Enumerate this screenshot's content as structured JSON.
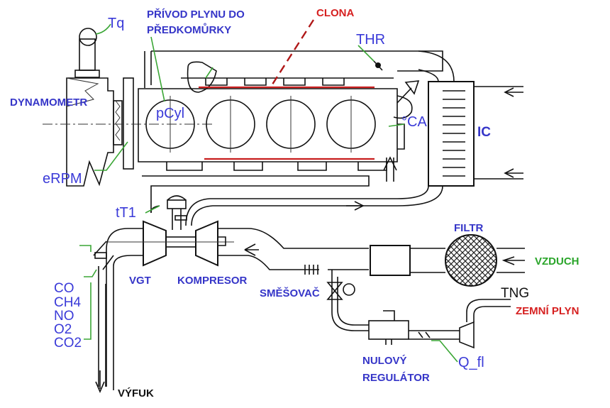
{
  "colors": {
    "blue_label": "#3535c8",
    "sensor_blue": "#3a3ad8",
    "red_label": "#d62020",
    "green_label": "#2aa52a",
    "black_label": "#111111",
    "leader_green": "#3aa635"
  },
  "labels": {
    "privod_line1": "PŘÍVOD PLYNU DO",
    "privod_line2": "PŘEDKOMŮRKY",
    "clona": "CLONA",
    "dynamometr": "DYNAMOMETR",
    "ic": "IC",
    "filtr": "FILTR",
    "vzduch": "VZDUCH",
    "vgt": "VGT",
    "kompresor": "KOMPRESOR",
    "smesovac": "SMĚŠOVAČ",
    "zemni_plyn": "ZEMNÍ PLYN",
    "nulovy_line1": "NULOVÝ",
    "nulovy_line2": "REGULÁTOR",
    "vyfuk": "VÝFUK"
  },
  "sensors": {
    "tq": "Tq",
    "thr": "THR",
    "pcyl": "pCyl",
    "ca": "°CA",
    "erpm": "eRPM",
    "tt1": "tT1",
    "tng": "TNG",
    "q_fl": "Q_fl"
  },
  "emissions": [
    "CO",
    "CH4",
    "NO",
    "O2",
    "CO2"
  ]
}
